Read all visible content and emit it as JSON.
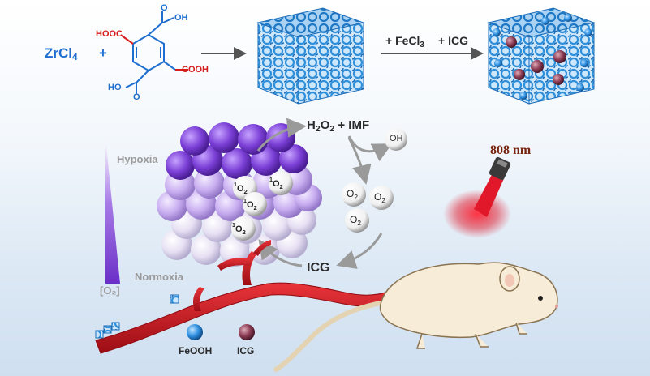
{
  "synthesis": {
    "zr": "ZrCl",
    "zr_sub": "4",
    "plus": "+",
    "cooh_top": "OH",
    "hooc_left": "HOOC",
    "cooh_right": "COOH",
    "ho_bottom": "HO",
    "o_label": "O",
    "fecl": "+ FeCl",
    "fecl_sub": "3",
    "icg_add": "+ ICG"
  },
  "reaction": {
    "h2o2_h": "H",
    "h2o2_sub1": "2",
    "h2o2_o": "O",
    "h2o2_sub2": "2",
    "h2o2_rest": " + IMF",
    "oh": "OH",
    "o2": "O",
    "o2_sub": "2",
    "singlet_sup": "1",
    "icg": "ICG"
  },
  "gradient": {
    "hypoxia": "Hypoxia",
    "normoxia": "Normoxia",
    "o2_bracket": "[O₂]"
  },
  "laser": {
    "wavelength": "808 nm"
  },
  "legend": {
    "feooh": "FeOOH",
    "icg": "ICG"
  },
  "colors": {
    "mof_blue": "#2f8fd8",
    "vessel_red": "#c8141c",
    "tumor_purple": "#7b3fd6",
    "feooh_blue": "#2d8fe0",
    "icg_maroon": "#8a3a52",
    "laser_red": "#e0182a"
  }
}
